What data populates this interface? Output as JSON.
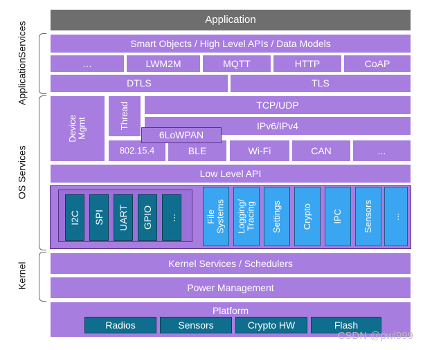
{
  "top": {
    "application": "Application"
  },
  "app_services": {
    "label_line1": "Application",
    "label_line2": "Services",
    "smart_objects": "Smart Objects / High Level APIs / Data Models",
    "protocols": [
      "…",
      "LWM2M",
      "MQTT",
      "HTTP",
      "CoAP"
    ],
    "dtls": "DTLS",
    "tls": "TLS"
  },
  "os_services": {
    "label": "OS Services",
    "device_mgmt_line1": "Device",
    "device_mgmt_line2": "Mgmt",
    "thread": "Thread",
    "tcp_udp": "TCP/UDP",
    "ipv6_ipv4": "IPv6/IPv4",
    "sixlowpan": "6LoWPAN",
    "links": [
      "802.15.4",
      "BLE",
      "Wi-Fi",
      "CAN",
      "..."
    ],
    "low_level_api": "Low Level API",
    "drivers": [
      "I2C",
      "SPI",
      "UART",
      "GPIO",
      "..."
    ],
    "services": [
      {
        "l1": "File",
        "l2": "Systems"
      },
      {
        "l1": "Logging/",
        "l2": "Tracing"
      },
      {
        "l1": "Settings",
        "l2": ""
      },
      {
        "l1": "Crypto",
        "l2": ""
      },
      {
        "l1": "IPC",
        "l2": ""
      },
      {
        "l1": "Sensors",
        "l2": ""
      },
      {
        "l1": "...",
        "l2": ""
      }
    ]
  },
  "kernel": {
    "label": "Kernel",
    "kernel_services": "Kernel Services / Schedulers",
    "power": "Power Management"
  },
  "platform": {
    "label": "Platform",
    "items": [
      "Radios",
      "Sensors",
      "Crypto HW",
      "Flash"
    ]
  },
  "watermark": "CSDN @pwl999",
  "colors": {
    "purple": "#a87de0",
    "gray": "#6e6e6e",
    "teal": "#0f6e8e",
    "blue": "#3aa6f2"
  }
}
